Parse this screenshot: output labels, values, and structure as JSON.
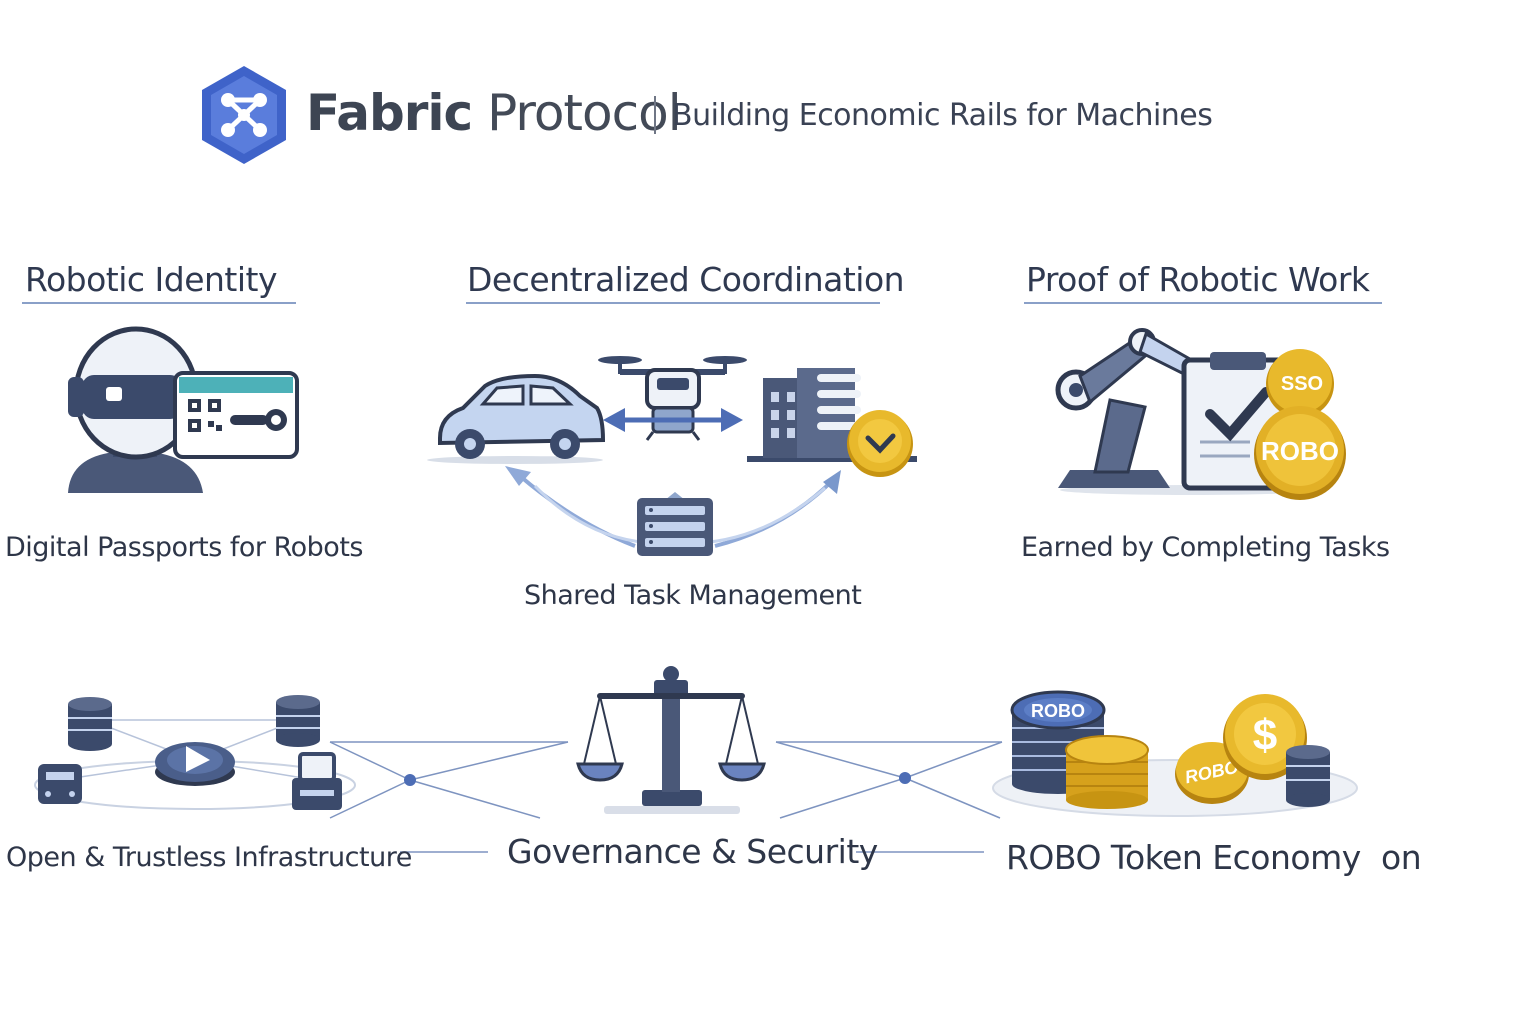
{
  "header": {
    "brand_bold": "Fabric",
    "brand_regular": "Protocol",
    "tagline": "Building Economic Rails for Machines"
  },
  "sections": {
    "identity": {
      "title": "Robotic Identity",
      "caption": "Digital Passports for Robots"
    },
    "coordination": {
      "title": "Decentralized Coordination",
      "caption": "Shared Task Management"
    },
    "work": {
      "title": "Proof of Robotic Work",
      "caption": "Earned by Completing Tasks",
      "coin_label_back": "SSO",
      "coin_label_front": "ROBO"
    }
  },
  "bottom": {
    "infrastructure": "Open & Trustless Infrastructure",
    "governance": "Governance & Security",
    "token_economy": "ROBO Token Economy",
    "truncated_fragment": "on",
    "coin_labels": {
      "stack": "ROBO",
      "coin": "ROBO",
      "dollar": "$"
    }
  },
  "colors": {
    "brand_blue": "#3f63c9",
    "navy": "#3b4a6b",
    "light_blue": "#c9d9f0",
    "gold": "#e0b024",
    "teal": "#4db1b8"
  },
  "icons": [
    "brand-hex-logo",
    "robot-passport-icon",
    "car-icon",
    "drone-icon",
    "building-icon",
    "checkmark-coin-icon",
    "server-rack-icon",
    "robot-arm-icon",
    "clipboard-check-icon",
    "database-icon",
    "play-hub-icon",
    "scale-icon",
    "coin-stack-icon",
    "dollar-coin-icon"
  ]
}
